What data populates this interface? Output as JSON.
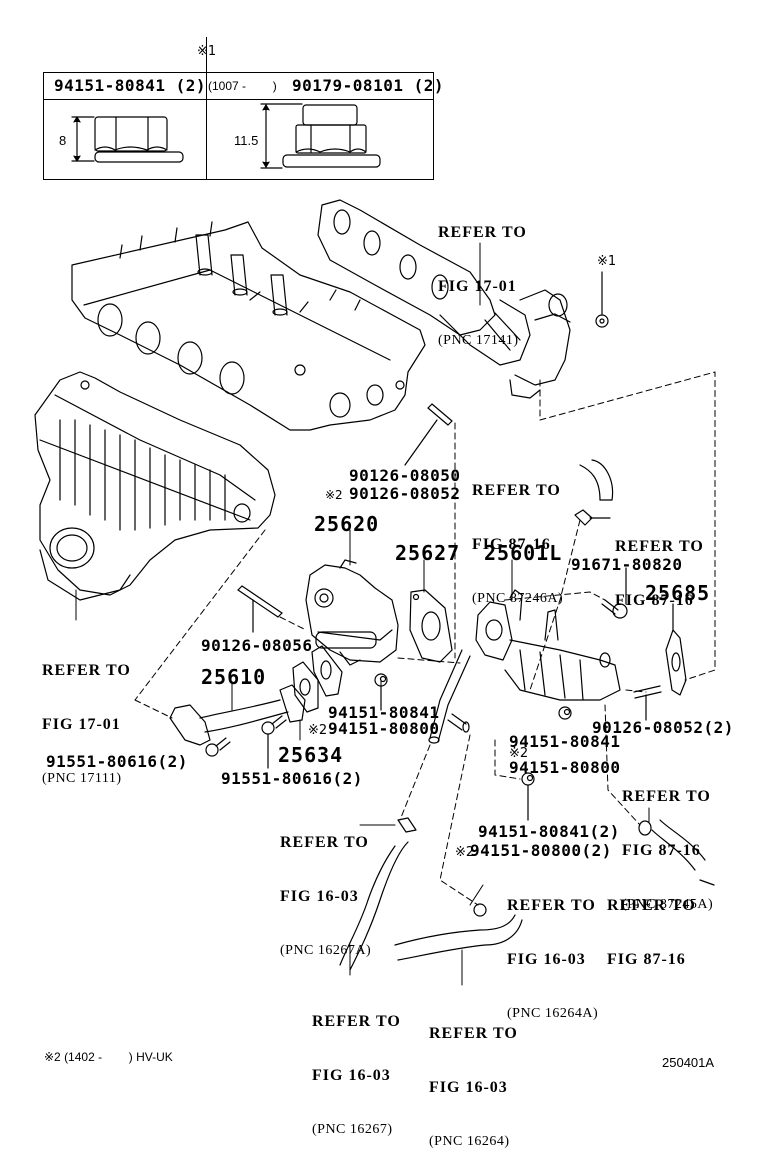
{
  "diagram": {
    "type": "exploded-parts-diagram",
    "figure_id": "250401A",
    "footnote": "※2 (1402 -        ) HV-UK",
    "legend_table": {
      "marker": "※1",
      "columns": [
        {
          "part_no": "94151-80841 (2)",
          "prefix": "",
          "dimension": "8"
        },
        {
          "part_no": "90179-08101 (2)",
          "prefix": "(1007 -        )",
          "dimension": "11.5"
        }
      ]
    },
    "parts": {
      "p25620": "25620",
      "p25627": "25627",
      "p25601L": "25601L",
      "p25685": "25685",
      "p25610": "25610",
      "p25634": "25634",
      "p90126_08050": "90126-08050",
      "p90126_08052_alt": "90126-08052",
      "p90126_08056": "90126-08056",
      "p91671_80820": "91671-80820",
      "p90126_08052_2": "90126-08052(2)",
      "p94151_80841_a": "94151-80841",
      "p94151_80800_a": "94151-80800",
      "p94151_80841_b": "94151-80841",
      "p94151_80800_b": "94151-80800",
      "p94151_80841_c": "94151-80841(2)",
      "p94151_80800_c": "94151-80800(2)",
      "p91551_80616_a": "91551-80616(2)",
      "p91551_80616_b": "91551-80616(2)"
    },
    "markers": {
      "m1": "※1",
      "m2": "※2"
    },
    "references": [
      {
        "l1": "REFER TO",
        "l2": "FIG 17-01",
        "l3": "(PNC 17141)"
      },
      {
        "l1": "REFER TO",
        "l2": "FIG 87-16",
        "l3": "(PNC 87246A)"
      },
      {
        "l1": "REFER TO",
        "l2": "FIG 87-16",
        "l3": ""
      },
      {
        "l1": "REFER TO",
        "l2": "FIG 17-01",
        "l3": "(PNC 17111)"
      },
      {
        "l1": "REFER TO",
        "l2": "FIG 87-16",
        "l3": "(PNC 87245A)"
      },
      {
        "l1": "REFER TO",
        "l2": "FIG 16-03",
        "l3": "(PNC 16267A)"
      },
      {
        "l1": "REFER TO",
        "l2": "FIG 16-03",
        "l3": "(PNC 16264A)"
      },
      {
        "l1": "REFER TO",
        "l2": "FIG 87-16",
        "l3": ""
      },
      {
        "l1": "REFER TO",
        "l2": "FIG 16-03",
        "l3": "(PNC 16267)"
      },
      {
        "l1": "REFER TO",
        "l2": "FIG 16-03",
        "l3": "(PNC 16264)"
      }
    ]
  }
}
